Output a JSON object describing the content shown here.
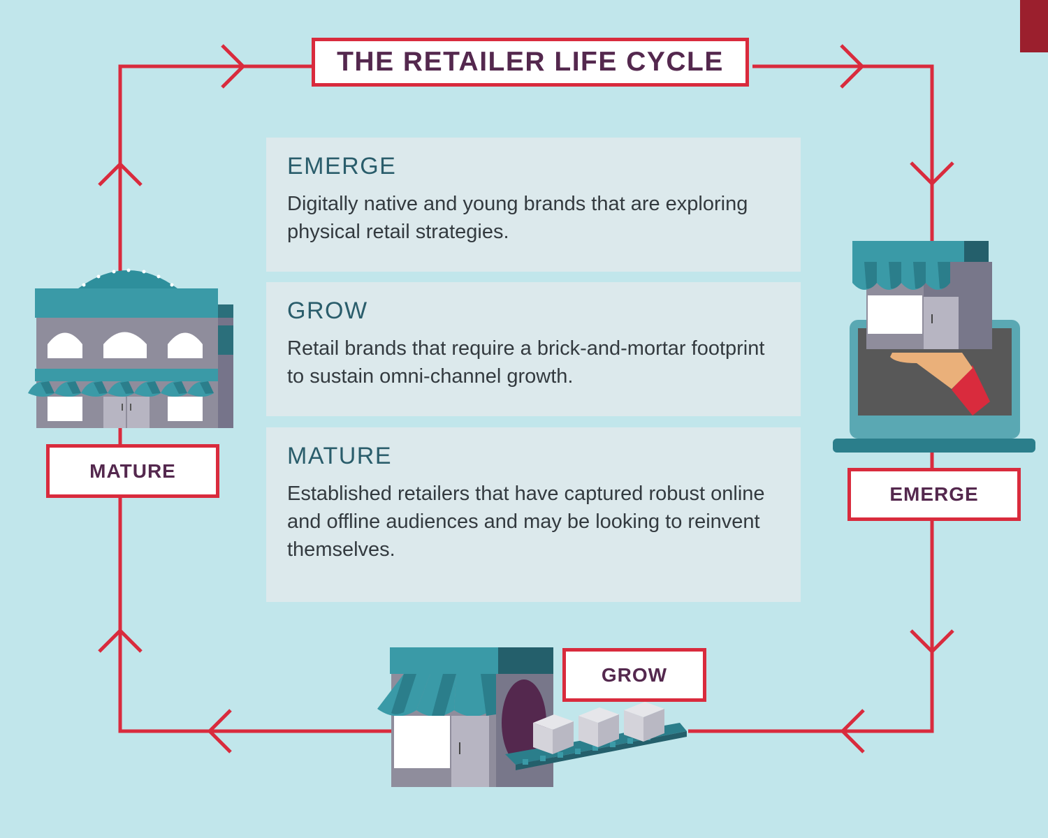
{
  "title": "THE RETAILER LIFE CYCLE",
  "colors": {
    "background": "#c1e6eb",
    "cycle_line": "#d92b3d",
    "label_text": "#54284e",
    "heading_text": "#2a5d6b",
    "card_background": "#dce9ec",
    "awning": "#3a9aa7"
  },
  "stages": [
    {
      "heading": "EMERGE",
      "description": "Digitally native and young brands that are exploring physical retail strategies."
    },
    {
      "heading": "GROW",
      "description": "Retail brands that require a brick-and-mortar footprint to sustain omni-channel growth."
    },
    {
      "heading": "MATURE",
      "description": "Established retailers that have captured robust online and offline audiences and may be looking to reinvent themselves."
    }
  ],
  "cycle_labels": {
    "emerge": "EMERGE",
    "grow": "GROW",
    "mature": "MATURE"
  },
  "icons": {
    "emerge": "laptop-storefront-hand-icon",
    "grow": "storefront-conveyor-boxes-icon",
    "mature": "department-store-icon"
  }
}
